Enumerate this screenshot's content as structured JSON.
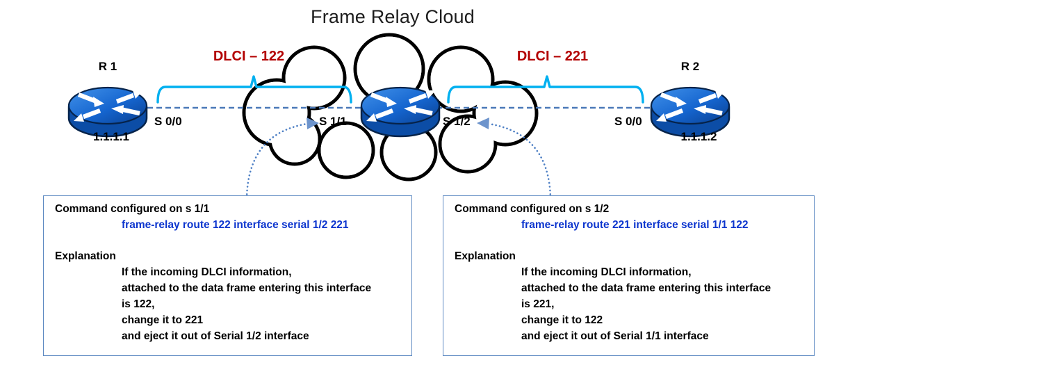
{
  "title": "Frame Relay Cloud",
  "nodes": {
    "r1": {
      "name": "R 1",
      "ip": "1.1.1.1",
      "interface": "S 0/0"
    },
    "switch": {
      "left_interface": "S 1/1",
      "right_interface": "S 1/2"
    },
    "r2": {
      "name": "R 2",
      "ip": "1.1.1.2",
      "interface": "S 0/0"
    }
  },
  "dlci": {
    "left": "DLCI – 122",
    "right": "DLCI – 221"
  },
  "boxes": {
    "left": {
      "command_title": "Command configured on s 1/1",
      "command": "frame-relay route 122 interface serial 1/2 221",
      "explanation_title": "Explanation",
      "explanation_lines": [
        "If the incoming DLCI information,",
        "attached to the data frame entering this interface",
        "is 122,",
        "change it to 221",
        "and eject it out of Serial 1/2 interface"
      ]
    },
    "right": {
      "command_title": "Command configured on s 1/2",
      "command": "frame-relay route 221 interface serial 1/1 122",
      "explanation_title": "Explanation",
      "explanation_lines": [
        "If the incoming DLCI information,",
        "attached to the data frame entering this interface",
        "is 221,",
        "change it to 122",
        "and eject it out of Serial 1/1 interface"
      ]
    }
  },
  "colors": {
    "dlci_label": "#b30000",
    "bracket_cyan": "#00b0f0",
    "serial_link_blue": "#4a79b8",
    "callout_dotted_blue": "#4d7fc4",
    "command_text_blue": "#0c35ce",
    "box_border_blue": "#5e8ac2",
    "router_blue": "#1565cf",
    "cloud_outline": "#000000"
  }
}
